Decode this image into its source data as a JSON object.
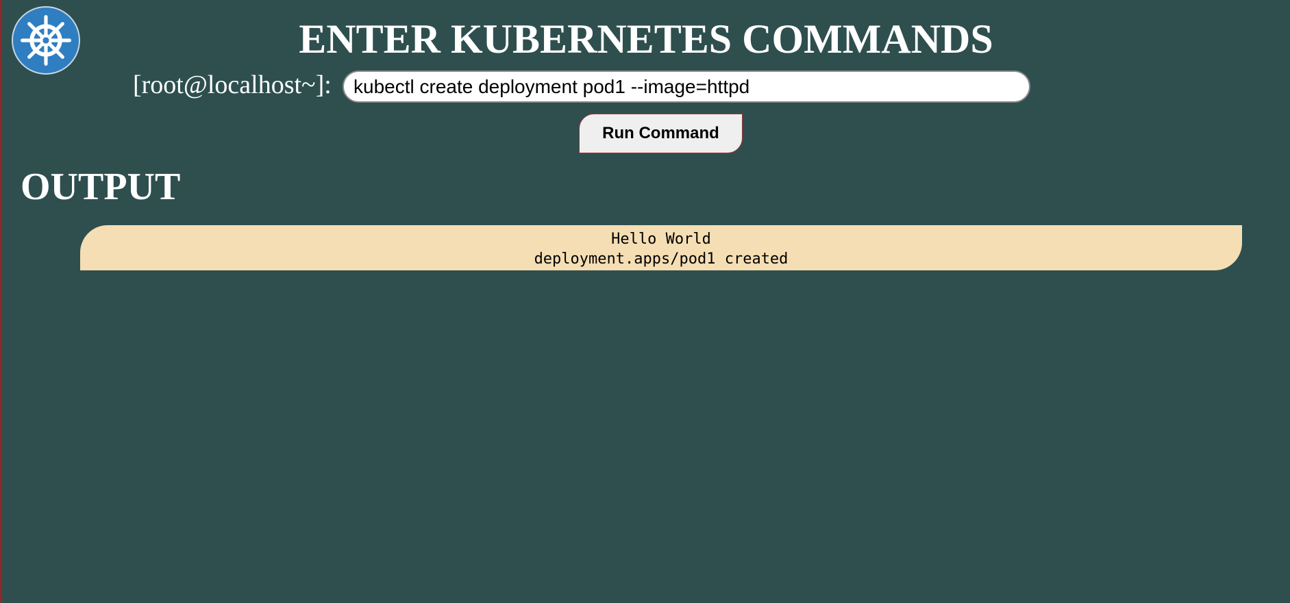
{
  "header": {
    "logo_icon": "kubernetes-helm-wheel-icon",
    "title": "ENTER KUBERNETES COMMANDS"
  },
  "command": {
    "prompt": "[root@localhost~]:",
    "value": "kubectl create deployment pod1 --image=httpd",
    "run_label": "Run Command"
  },
  "output": {
    "heading": "OUTPUT",
    "lines": [
      "Hello World",
      "deployment.apps/pod1 created"
    ]
  },
  "colors": {
    "background": "#2f4f4f",
    "output_box": "#f5deb3",
    "logo": "#2f7ec1",
    "button_border": "#a33232"
  }
}
